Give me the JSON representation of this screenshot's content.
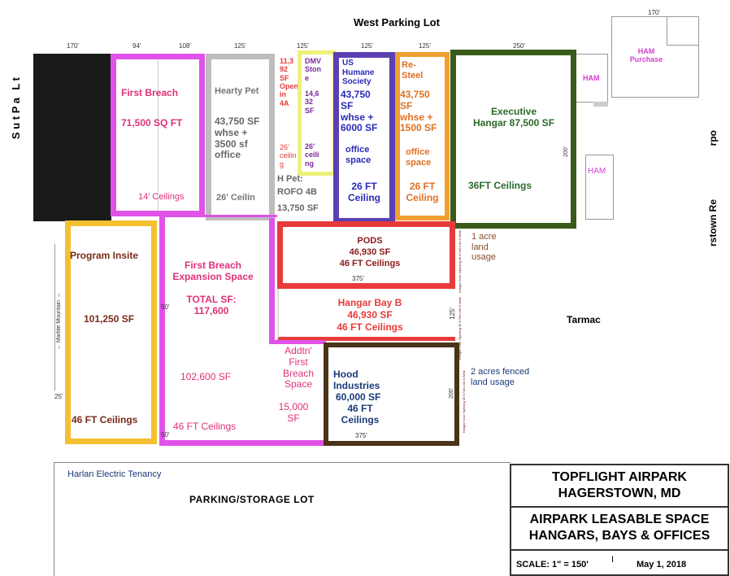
{
  "header": {
    "west_lot": "West Parking Lot"
  },
  "dimensions": {
    "top": [
      "170'",
      "94'",
      "108'",
      "125'",
      "125'",
      "125'",
      "125'",
      "250'"
    ],
    "top_right": "170'",
    "pods_width": "375'",
    "bay_depth": "125'",
    "hood_width": "375'",
    "left_25": "25'",
    "left_50a": "50'",
    "left_50b": "50'",
    "exec_side": "200'",
    "hood_side": "200'"
  },
  "left_road": {
    "lines": [
      "S u t P a",
      "L t"
    ]
  },
  "right_road": {
    "a": "rpo",
    "b": "rstown Re"
  },
  "marble": "← Marble Mountain →",
  "door_labels": {
    "pods": "Hangar Door Opening 46 ft Tall x 84 ft Wide",
    "bay": "Hangar Door Opening 46 ft Tall x 84 ft Wide",
    "hood": "Hangar Door Opening 46 ft Tall x 84 ft Wide"
  },
  "spaces": {
    "first_breach": {
      "name": "First Breach",
      "size": "71,500 SQ FT",
      "ceiling": "14' Ceilings",
      "color": "#e052e8"
    },
    "hearty_pet": {
      "name": "Hearty Pet",
      "size": "43,750 SF\nwhse +\n3500 sf\noffice",
      "ceiling": "26' Ceilin",
      "color": "#bdbdbd"
    },
    "small_4a": {
      "lines": "11,3\n92\nSF\nOpen\nin\n4A",
      "ceiling": "26'\nceilin\ng"
    },
    "dmv": {
      "name": "DMV\nSton\ne",
      "size": "14,6\n32\nSF",
      "ceiling": "26'\nceili\nng",
      "color": "#eef07a"
    },
    "rofo": {
      "line1": "H Pet:",
      "line2": "ROFO  4B",
      "line3": "13,750  SF"
    },
    "us_humane": {
      "name": "US\nHumane\nSociety",
      "size": "43,750\nSF\nwhse +\n6000 SF",
      "office": "office\nspace",
      "ceiling": "26 FT\nCeiling",
      "color": "#5b3fb5"
    },
    "re_steel": {
      "name": "Re-\nSteel",
      "size": "43,750\nSF\nwhse +\n1500 SF",
      "office": "office\nspace",
      "ceiling": "26 FT\nCeiling",
      "color": "#f0a030"
    },
    "executive": {
      "name": "Executive\nHangar 87,500 SF",
      "ceiling": "36FT Ceilings",
      "color": "#3a5a1a"
    },
    "ham_top": "HAM",
    "ham_purchase": "HAM\nPurchase",
    "ham_small": "HAM",
    "pods": {
      "name": "PODS",
      "size": "46,930 SF",
      "ceiling": "46 FT Ceilings",
      "color": "#e83a3a"
    },
    "hangar_bay_b": {
      "name": "Hangar Bay B",
      "size": "46,930 SF",
      "ceiling": "46 FT Ceilings"
    },
    "program_insite": {
      "name": "Program Insite",
      "size": "101,250 SF",
      "ceiling": "46 FT Ceilings",
      "color": "#f5c030"
    },
    "fb_expansion": {
      "name": "First Breach\nExpansion Space",
      "total": "TOTAL SF:\n117,600",
      "size": "102,600 SF",
      "ceiling": "46 FT Ceilings"
    },
    "addtn": {
      "name": "Addtn'\nFirst\nBreach\nSpace",
      "size": "15,000\nSF"
    },
    "hood": {
      "name": "Hood\nIndustries",
      "size": "60,000 SF",
      "ceiling": "46 FT\nCeilings",
      "color": "#4a3418"
    }
  },
  "notes": {
    "one_acre": "1 acre\nland\nusage",
    "two_acres": "2 acres fenced\nland usage",
    "tarmac": "Tarmac"
  },
  "bottom": {
    "harlan": "Harlan Electric Tenancy",
    "parking": "PARKING/STORAGE LOT"
  },
  "title_block": {
    "line1": "TOPFLIGHT AIRPARK",
    "line2": "HAGERSTOWN, MD",
    "line3": "AIRPARK LEASABLE SPACE",
    "line4": "HANGARS, BAYS & OFFICES",
    "scale": "SCALE: 1\" = 150'",
    "cursor": "I",
    "date": "May 1, 2018"
  }
}
